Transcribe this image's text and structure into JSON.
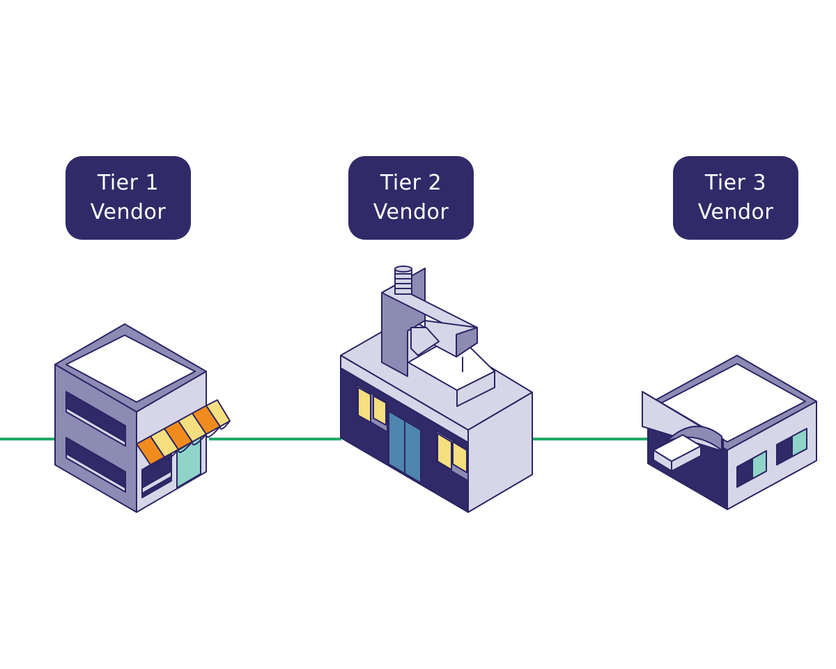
{
  "tiers": [
    {
      "line1": "Tier 1",
      "line2": "Vendor",
      "building": "storefront"
    },
    {
      "line1": "Tier 2",
      "line2": "Vendor",
      "building": "sewing-factory"
    },
    {
      "line1": "Tier 3",
      "line2": "Vendor",
      "building": "small-workshop"
    }
  ],
  "colors": {
    "label_bg": "#312a68",
    "label_text": "#ffffff",
    "connector": "#22a86a",
    "outline": "#2b2564",
    "wall_mid": "#8c8bb4",
    "wall_light": "#d7d6e8",
    "roof": "#ffffff",
    "window": "#312a68",
    "awning_orange": "#f08c1e",
    "awning_yellow": "#f6df7e",
    "door_teal": "#8fd3c9",
    "door_blue": "#4f86ad"
  }
}
